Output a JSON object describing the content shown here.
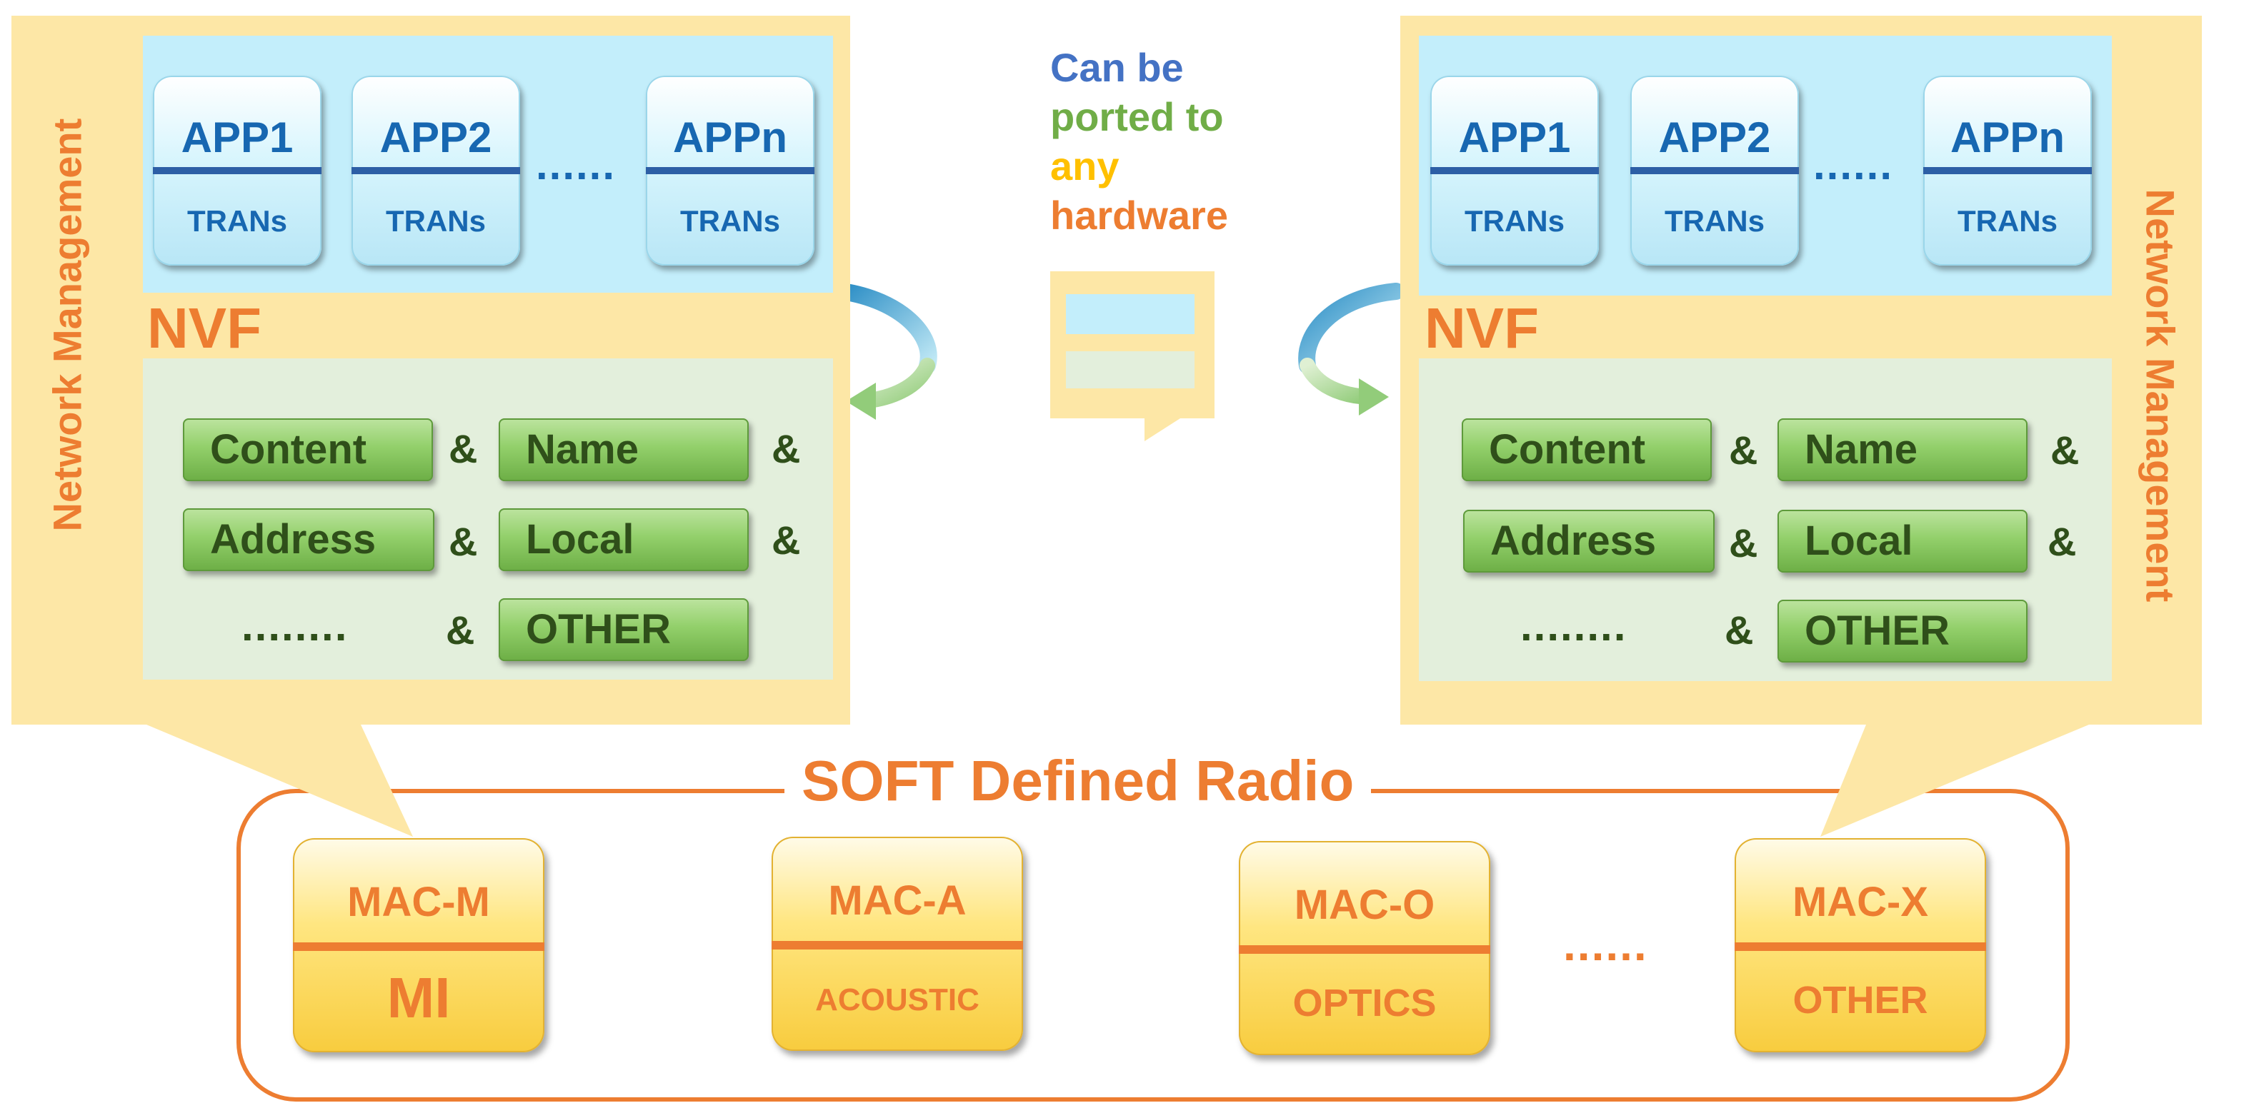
{
  "caption": {
    "line1": "Can be",
    "line2": "ported to",
    "line3": "any",
    "line4": "hardware"
  },
  "colors": {
    "blue": "#4472c4",
    "green": "#70ad47",
    "yellow": "#ffc000",
    "orange": "#ed7d31",
    "panel": "#fde7a6",
    "app_area": "#c3eefb",
    "func_area": "#e3efdc"
  },
  "left_node": {
    "network_management": "Network Management",
    "apps": [
      {
        "app": "APP1",
        "tran": "TRANs"
      },
      {
        "app": "APP2",
        "tran": "TRANs"
      },
      {
        "app": "APPn",
        "tran": "TRANs"
      }
    ],
    "app_ellipsis": "......",
    "nvf": "NVF",
    "functions": {
      "content": "Content",
      "name": "Name",
      "address": "Address",
      "local": "Local",
      "other": "OTHER",
      "ellipsis": "........",
      "amp": "&"
    }
  },
  "right_node": {
    "network_management": "Network Management",
    "apps": [
      {
        "app": "APP1",
        "tran": "TRANs"
      },
      {
        "app": "APP2",
        "tran": "TRANs"
      },
      {
        "app": "APPn",
        "tran": "TRANs"
      }
    ],
    "app_ellipsis": "......",
    "nvf": "NVF",
    "functions": {
      "content": "Content",
      "name": "Name",
      "address": "Address",
      "local": "Local",
      "other": "OTHER",
      "ellipsis": "........",
      "amp": "&"
    }
  },
  "sdr": {
    "title": "SOFT Defined Radio",
    "macs": [
      {
        "mac": "MAC-M",
        "medium": "MI"
      },
      {
        "mac": "MAC-A",
        "medium": "ACOUSTIC"
      },
      {
        "mac": "MAC-O",
        "medium": "OPTICS"
      },
      {
        "mac": "MAC-X",
        "medium": "OTHER"
      }
    ],
    "ellipsis": "......"
  }
}
